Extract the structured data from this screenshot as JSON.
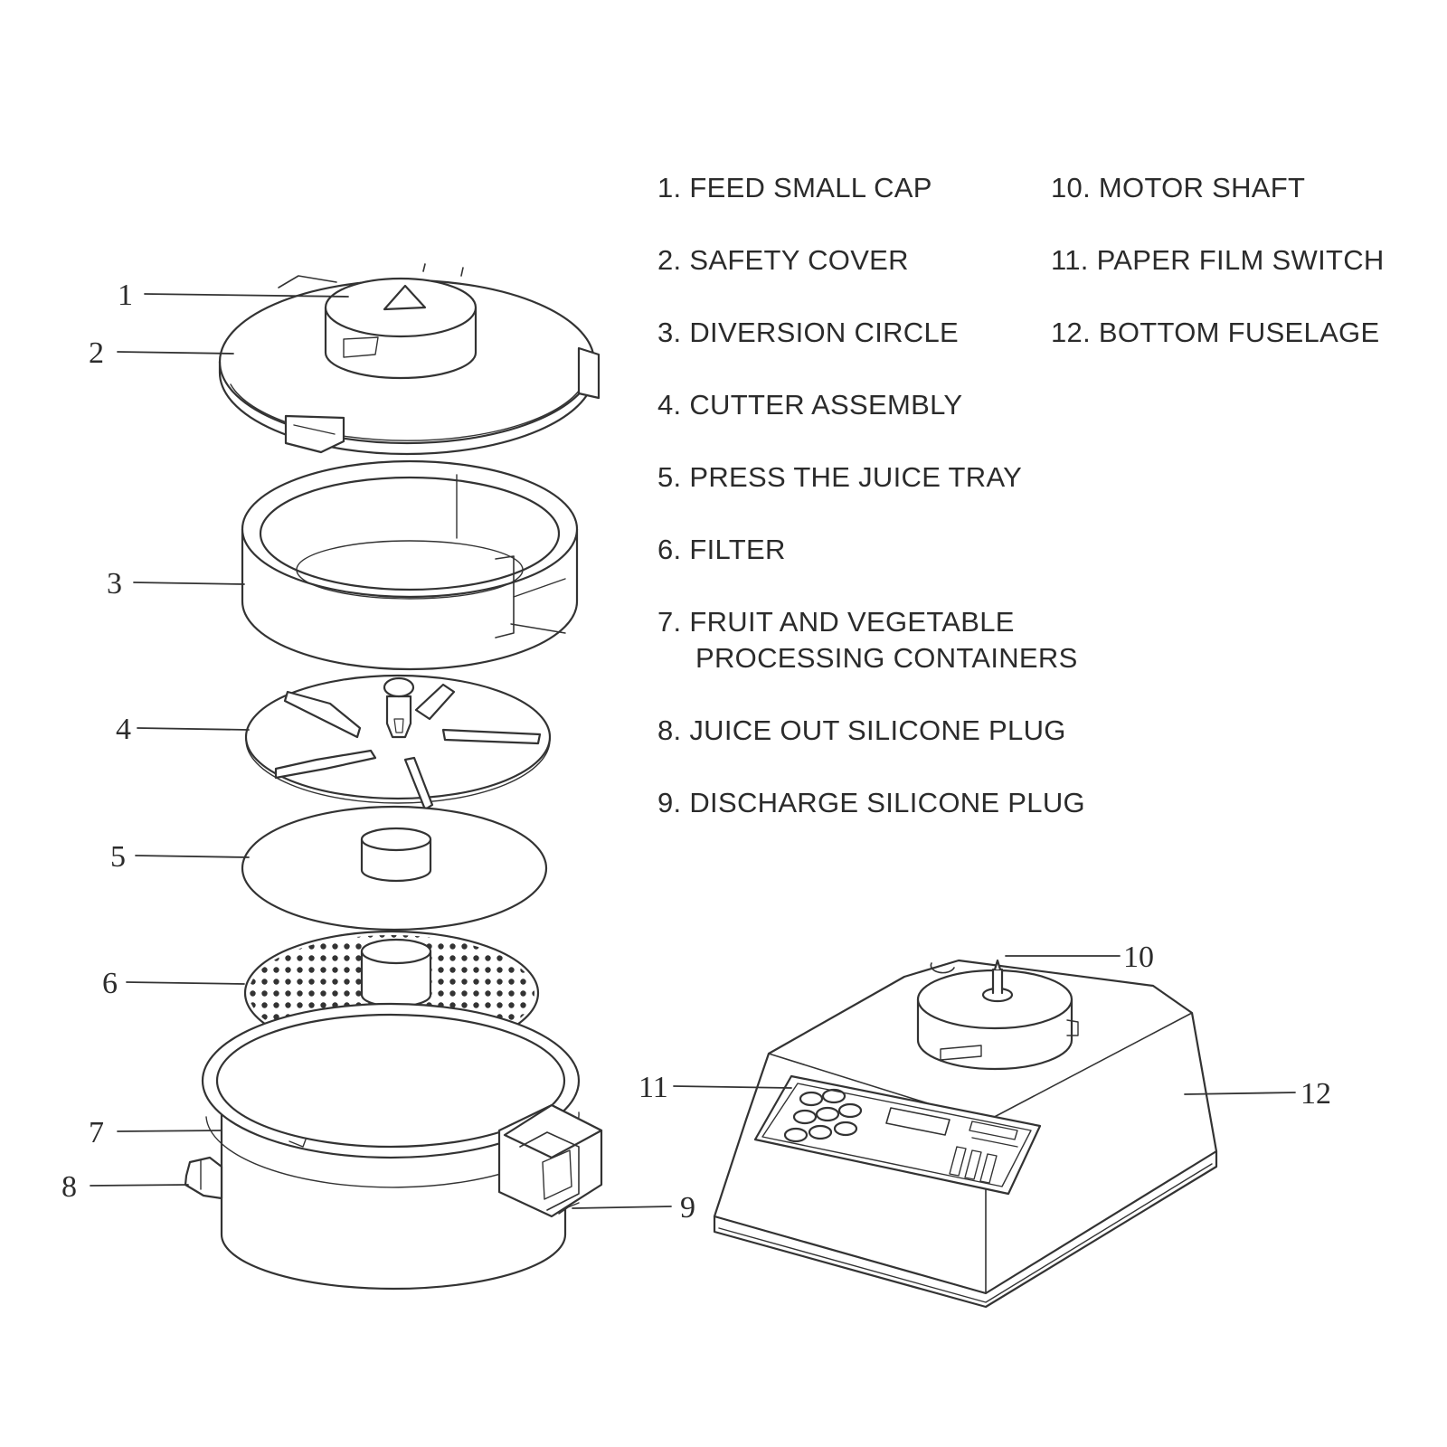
{
  "legend": [
    {
      "num": "1",
      "label": "1. FEED SMALL CAP"
    },
    {
      "num": "2",
      "label": "2. SAFETY COVER"
    },
    {
      "num": "3",
      "label": "3. DIVERSION CIRCLE"
    },
    {
      "num": "4",
      "label": "4. CUTTER ASSEMBLY"
    },
    {
      "num": "5",
      "label": "5. PRESS THE JUICE TRAY"
    },
    {
      "num": "6",
      "label": "6. FILTER"
    },
    {
      "num": "7",
      "label": "7. FRUIT AND VEGETABLE",
      "label2": "PROCESSING CONTAINERS"
    },
    {
      "num": "8",
      "label": "8. JUICE OUT SILICONE PLUG"
    },
    {
      "num": "9",
      "label": "9. DISCHARGE SILICONE PLUG"
    },
    {
      "num": "10",
      "label": "10. MOTOR SHAFT"
    },
    {
      "num": "11",
      "label": "11. PAPER FILM SWITCH"
    },
    {
      "num": "12",
      "label": "12. BOTTOM FUSELAGE"
    }
  ],
  "callouts": [
    "1",
    "2",
    "3",
    "4",
    "5",
    "6",
    "7",
    "8",
    "9",
    "10",
    "11",
    "12"
  ],
  "colors": {
    "line": "#333333",
    "text": "#2b2b2b",
    "background": "#ffffff"
  }
}
